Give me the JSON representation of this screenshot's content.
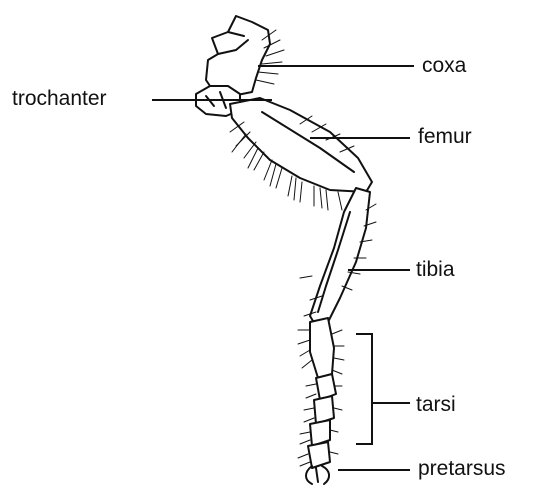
{
  "labels": {
    "coxa": "coxa",
    "trochanter": "trochanter",
    "femur": "femur",
    "tibia": "tibia",
    "tarsi": "tarsi",
    "pretarsus": "pretarsus"
  },
  "colors": {
    "ink": "#111111",
    "fill": "#ffffff"
  }
}
